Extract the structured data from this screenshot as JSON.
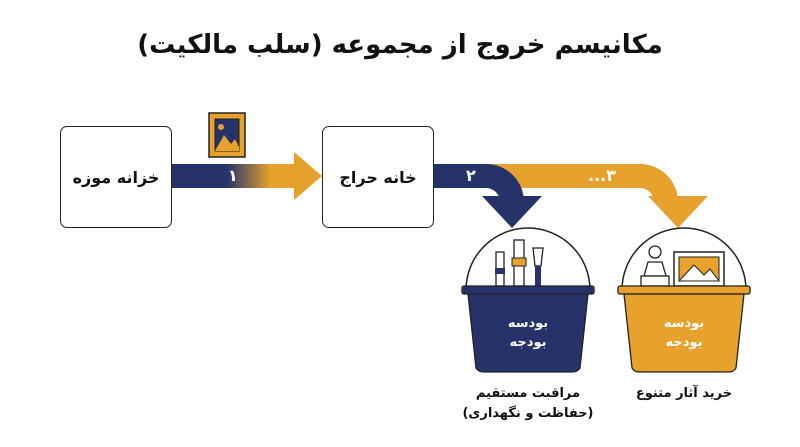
{
  "title": "مکانیسم خروج از مجموعه (سلب مالکیت)",
  "nodes": {
    "museum": "خزانه موزه",
    "auction": "خانه حراج"
  },
  "arrows": {
    "a1": "۱",
    "a2": "۲",
    "a3": "۳..."
  },
  "buckets": {
    "left": {
      "label_line1": "بودسه",
      "label_line2": "بودجه",
      "caption_line1": "مراقبت مستقیم",
      "caption_line2": "(حفاظت و نگهداری)"
    },
    "right": {
      "label_line1": "بودسه",
      "label_line2": "بودجه",
      "caption_line1": "خرید آثار متنوع"
    }
  },
  "colors": {
    "navy": "#26336b",
    "gold": "#e6a22c",
    "outline": "#222222"
  },
  "icons": [
    "framed-painting-icon",
    "paintbrush-icon",
    "bust-statue-icon",
    "framed-picture-icon"
  ]
}
